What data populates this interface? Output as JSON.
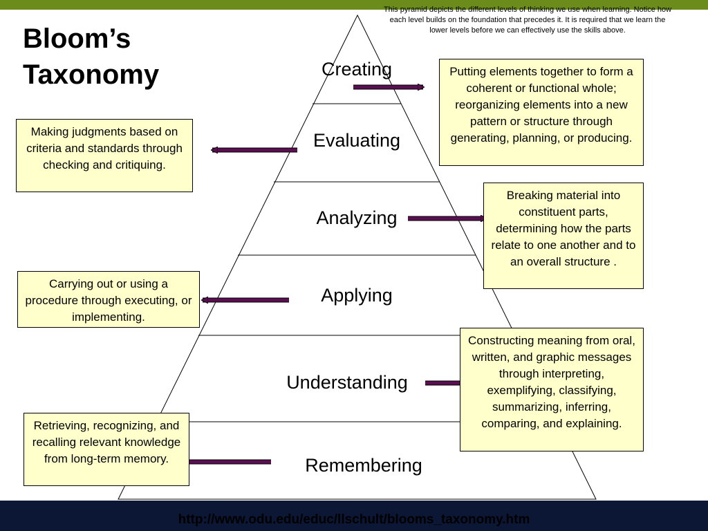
{
  "title": {
    "line1": "Bloom’s",
    "line2": "Taxonomy"
  },
  "note": "This pyramid depicts the different levels of thinking we use when learning. Notice how  each level builds on the foundation that precedes it.  It is required that we learn the lower levels before we can effectively use the skills above.",
  "levels": [
    {
      "label": "Creating",
      "description": "Putting elements together to form a coherent or functional whole; reorganizing elements into a new pattern or structure through generating, planning, or producing."
    },
    {
      "label": "Evaluating",
      "description": "Making judgments based on criteria and standards through checking and critiquing."
    },
    {
      "label": "Analyzing",
      "description": "Breaking material into constituent parts, determining how the parts relate to one another and to an overall structure ."
    },
    {
      "label": "Applying",
      "description": "Carrying out or using a procedure through executing, or implementing."
    },
    {
      "label": "Understanding",
      "description": "Constructing meaning from oral, written, and graphic messages through interpreting, exemplifying, classifying, summarizing, inferring, comparing, and explaining."
    },
    {
      "label": "Remembering",
      "description": "Retrieving, recognizing, and recalling relevant knowledge from long-term memory."
    }
  ],
  "footer": {
    "url": "http://www.odu.edu/educ/llschult/blooms_taxonomy.htm"
  },
  "colors": {
    "top_bar": "#6b8c1a",
    "box_fill": "#ffffcc",
    "arrow": "#5a1050",
    "footer_bar": "#0c1735"
  }
}
